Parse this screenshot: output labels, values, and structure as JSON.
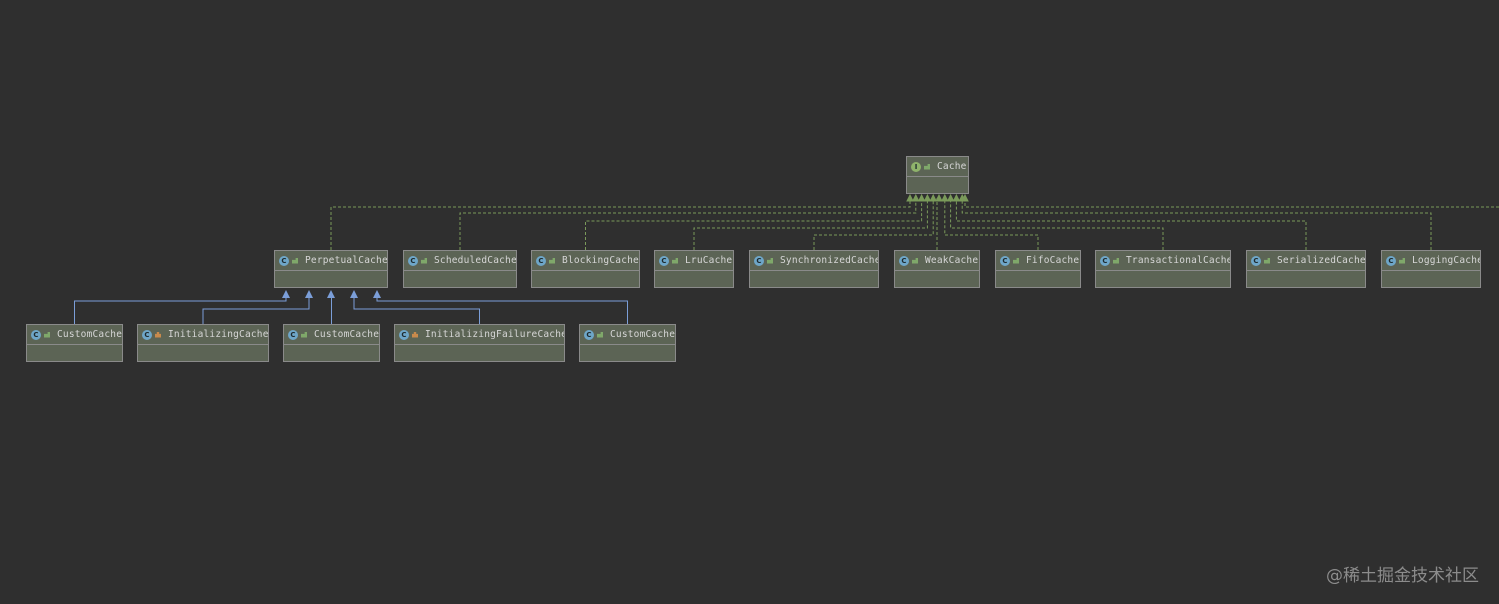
{
  "diagram": {
    "root": {
      "label": "Cache",
      "kind": "interface",
      "icon": "interface-icon"
    },
    "implementations": [
      {
        "label": "PerpetualCache",
        "kind": "class"
      },
      {
        "label": "ScheduledCache",
        "kind": "class"
      },
      {
        "label": "BlockingCache",
        "kind": "class"
      },
      {
        "label": "LruCache",
        "kind": "class"
      },
      {
        "label": "SynchronizedCache",
        "kind": "class"
      },
      {
        "label": "WeakCache",
        "kind": "class"
      },
      {
        "label": "FifoCache",
        "kind": "class"
      },
      {
        "label": "TransactionalCache",
        "kind": "class"
      },
      {
        "label": "SerializedCache",
        "kind": "class"
      },
      {
        "label": "LoggingCache",
        "kind": "class"
      }
    ],
    "subclasses": [
      {
        "label": "CustomCache",
        "kind": "class",
        "visibility": "public"
      },
      {
        "label": "InitializingCache",
        "kind": "class",
        "visibility": "package-private"
      },
      {
        "label": "CustomCache",
        "kind": "class",
        "visibility": "public"
      },
      {
        "label": "InitializingFailureCache",
        "kind": "class",
        "visibility": "package-private"
      },
      {
        "label": "CustomCache",
        "kind": "class",
        "visibility": "public"
      }
    ]
  },
  "colors": {
    "background": "#2f2f2f",
    "node_fill": "#5c6455",
    "implements_edge": "#7a9a5a",
    "extends_edge": "#7b9ed8"
  },
  "watermark": "@稀土掘金技术社区"
}
